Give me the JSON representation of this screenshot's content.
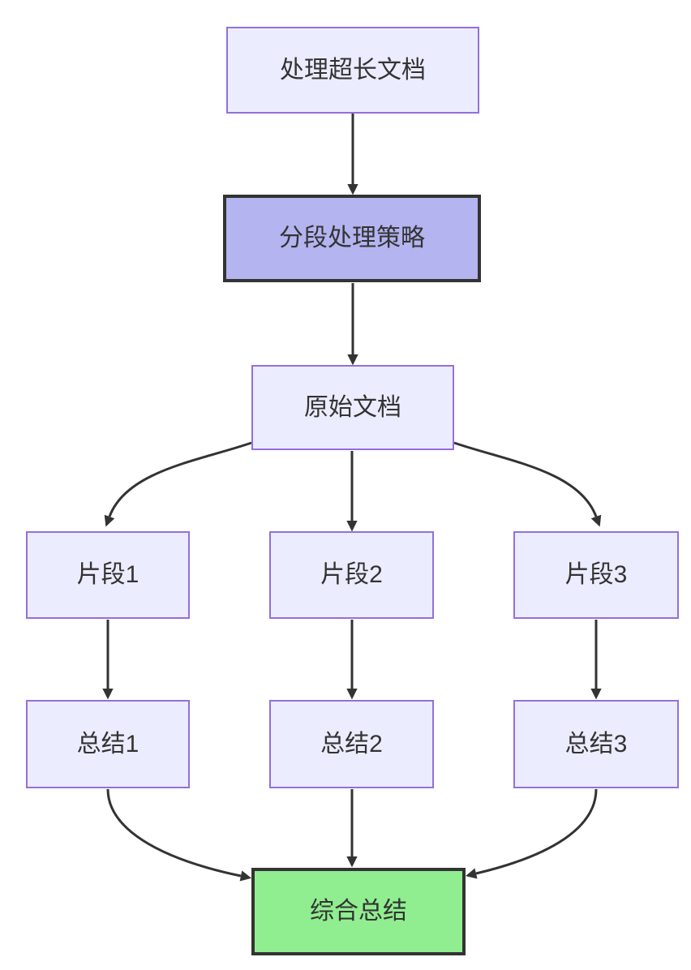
{
  "flowchart": {
    "kind": "flowchart-top-down",
    "nodes": [
      {
        "id": "start",
        "label": "处理超长文档",
        "style": "default"
      },
      {
        "id": "strategy",
        "label": "分段处理策略",
        "style": "emphasis"
      },
      {
        "id": "original-doc",
        "label": "原始文档",
        "style": "default"
      },
      {
        "id": "fragment-1",
        "label": "片段1",
        "style": "default"
      },
      {
        "id": "fragment-2",
        "label": "片段2",
        "style": "default"
      },
      {
        "id": "fragment-3",
        "label": "片段3",
        "style": "default"
      },
      {
        "id": "summary-1",
        "label": "总结1",
        "style": "default"
      },
      {
        "id": "summary-2",
        "label": "总结2",
        "style": "default"
      },
      {
        "id": "summary-3",
        "label": "总结3",
        "style": "default"
      },
      {
        "id": "final-summary",
        "label": "综合总结",
        "style": "success"
      }
    ],
    "edges": [
      {
        "from": "处理超长文档",
        "to": "分段处理策略"
      },
      {
        "from": "分段处理策略",
        "to": "原始文档"
      },
      {
        "from": "原始文档",
        "to": "片段1"
      },
      {
        "from": "原始文档",
        "to": "片段2"
      },
      {
        "from": "原始文档",
        "to": "片段3"
      },
      {
        "from": "片段1",
        "to": "总结1"
      },
      {
        "from": "片段2",
        "to": "总结2"
      },
      {
        "from": "片段3",
        "to": "总结3"
      },
      {
        "from": "总结1",
        "to": "综合总结"
      },
      {
        "from": "总结2",
        "to": "综合总结"
      },
      {
        "from": "总结3",
        "to": "综合总结"
      }
    ],
    "colors": {
      "node_fill": "#ECECFF",
      "node_border": "#9370DB",
      "emphasis_fill": "#B4B4F0",
      "success_fill": "#90EE90",
      "highlight_border": "#333333",
      "edge_stroke": "#333333",
      "text": "#333333",
      "background": "#FFFFFF"
    }
  }
}
